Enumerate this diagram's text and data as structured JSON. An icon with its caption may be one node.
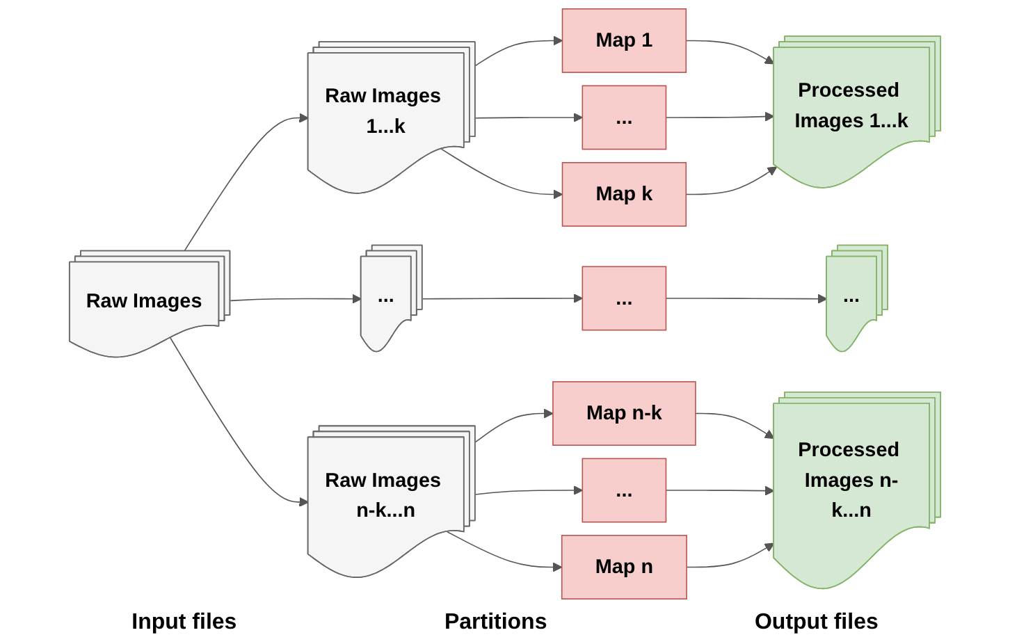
{
  "diagram": {
    "nodes": [
      {
        "text": [
          "Raw Images"
        ]
      },
      {
        "text": [
          "Raw Images 1...k"
        ]
      },
      {
        "text": [
          "..."
        ]
      },
      {
        "text": [
          "Raw Images n-k...n"
        ]
      },
      {
        "text": [
          "Map 1"
        ]
      },
      {
        "text": [
          "..."
        ]
      },
      {
        "text": [
          "Map k"
        ]
      },
      {
        "text": [
          "..."
        ]
      },
      {
        "text": [
          "Map n-k"
        ]
      },
      {
        "text": [
          "..."
        ]
      },
      {
        "text": [
          "Map n"
        ]
      },
      {
        "text": [
          "Processed Images 1...k"
        ]
      },
      {
        "text": [
          "..."
        ]
      },
      {
        "text": [
          "Processed Images n-k...n"
        ]
      }
    ],
    "edges": [
      {
        "from": 0,
        "to": 1,
        "arrow": "to"
      },
      {
        "from": 0,
        "to": 2,
        "arrow": "to"
      },
      {
        "from": 0,
        "to": 3,
        "arrow": "to"
      },
      {
        "from": 1,
        "to": 4,
        "arrow": "to"
      },
      {
        "from": 1,
        "to": 5,
        "arrow": "to"
      },
      {
        "from": 1,
        "to": 6,
        "arrow": "to"
      },
      {
        "from": 2,
        "to": 7,
        "arrow": "to"
      },
      {
        "from": 3,
        "to": 8,
        "arrow": "to"
      },
      {
        "from": 3,
        "to": 9,
        "arrow": "to"
      },
      {
        "from": 3,
        "to": 10,
        "arrow": "to"
      },
      {
        "from": 4,
        "to": 11,
        "arrow": "to"
      },
      {
        "from": 5,
        "to": 11,
        "arrow": "to"
      },
      {
        "from": 6,
        "to": 11,
        "arrow": "to"
      },
      {
        "from": 7,
        "to": 12,
        "arrow": "to"
      },
      {
        "from": 8,
        "to": 13,
        "arrow": "to"
      },
      {
        "from": 9,
        "to": 13,
        "arrow": "to"
      },
      {
        "from": 10,
        "to": 13,
        "arrow": "to"
      }
    ],
    "labels": [
      "Input files",
      "Partitions",
      "Output files"
    ]
  }
}
